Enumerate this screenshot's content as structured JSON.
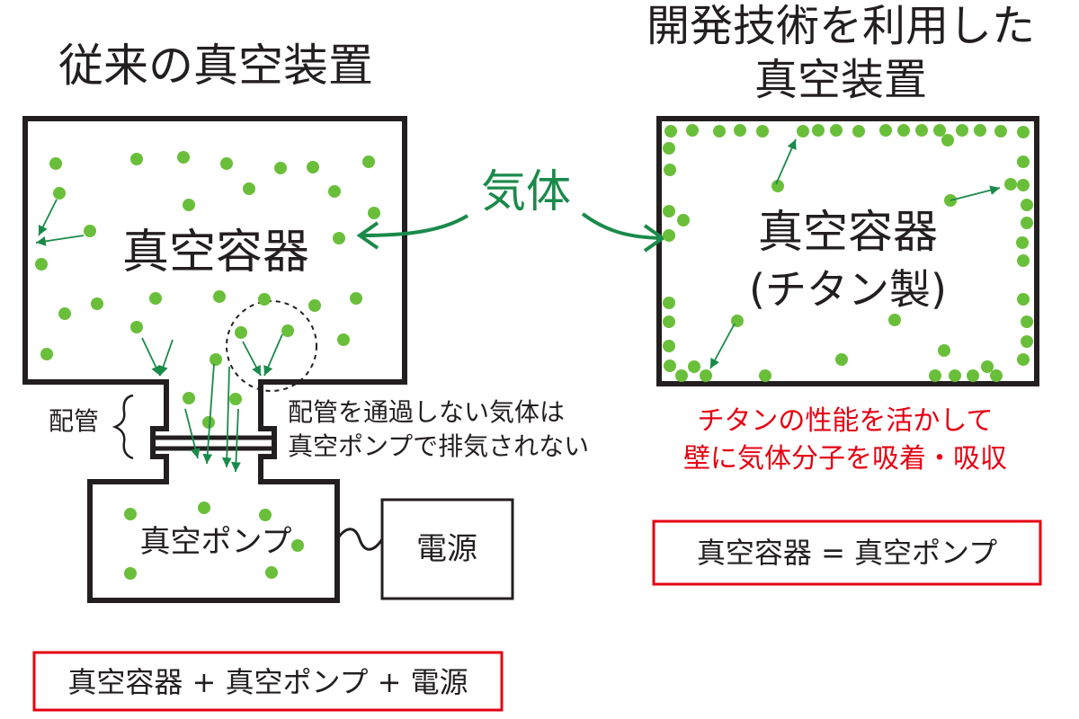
{
  "left": {
    "title": "従来の真空装置",
    "chamber_label": "真空容器",
    "pipe_label": "配管",
    "pipe_note_line1": "配管を通過しない気体は",
    "pipe_note_line2": "真空ポンプで排気されない",
    "pump_label": "真空ポンプ",
    "power_label": "電源",
    "summary": "真空容器 + 真空ポンプ + 電源"
  },
  "right": {
    "title_line1": "開発技術を利用した",
    "title_line2": "真空装置",
    "chamber_label_line1": "真空容器",
    "chamber_label_line2": "(チタン製)",
    "note_line1": "チタンの性能を活かして",
    "note_line2": "壁に気体分子を吸着・吸収",
    "summary": "真空容器 = 真空ポンプ"
  },
  "gas_label": "気体",
  "colors": {
    "outline": "#231f20",
    "molecule": "#6abf3a",
    "arrow": "#1a8a4a",
    "highlight_text": "#e60012",
    "summary_border": "#e60012"
  }
}
